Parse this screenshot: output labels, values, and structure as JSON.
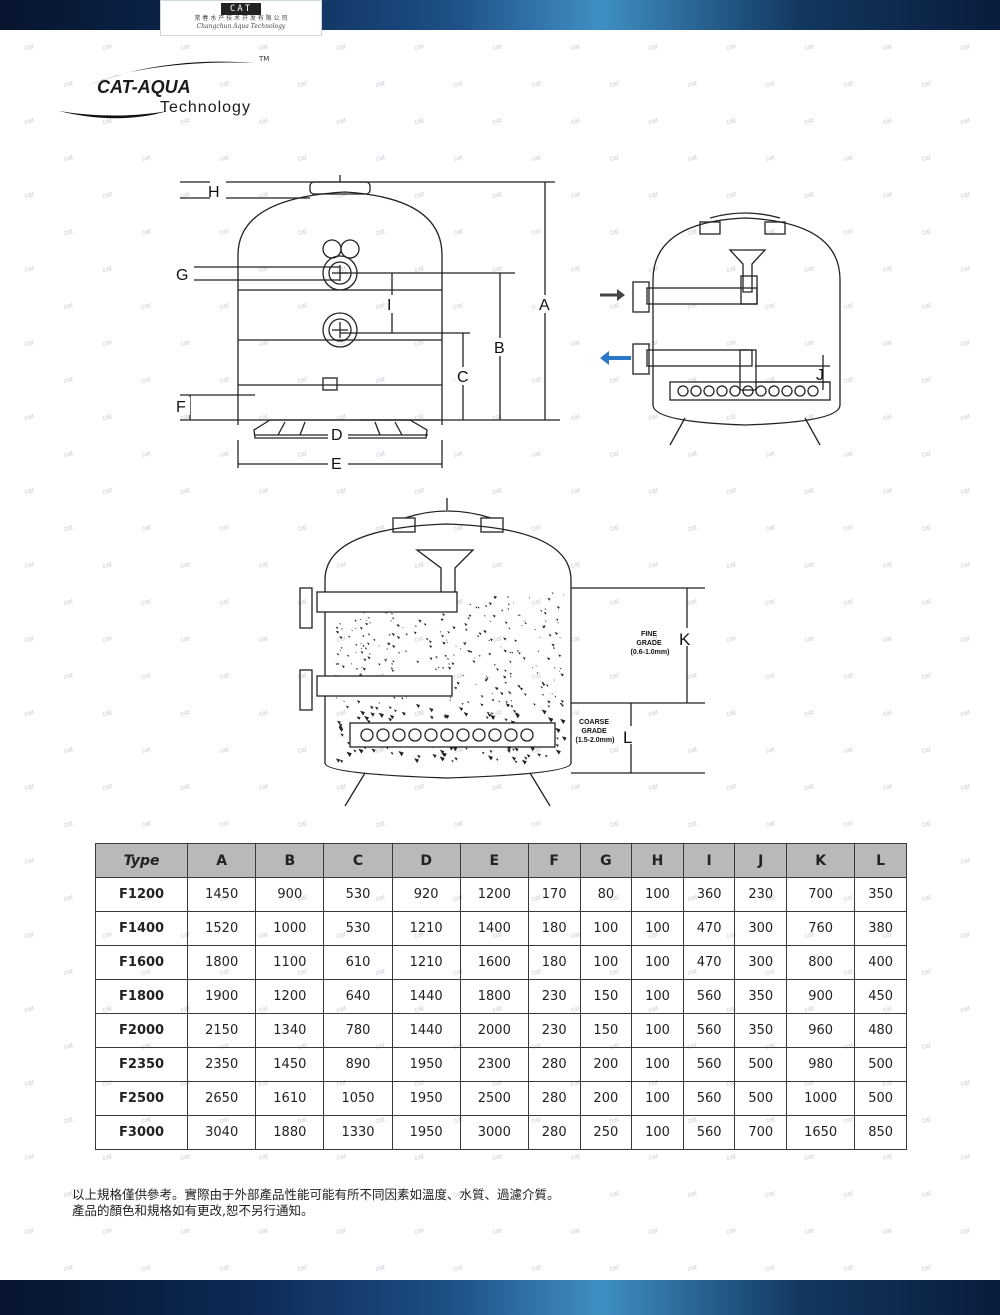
{
  "header": {
    "logo_mark": "CAT",
    "company_cn": "常 春 水 产 技 术 开 发 有 限 公 司",
    "company_en": "Changchun Aqua Technology"
  },
  "brand": {
    "name": "CAT-AQUA",
    "subtitle": "Technology",
    "tm": "TM"
  },
  "watermark": {
    "text": "cat"
  },
  "diagram1": {
    "labels": {
      "H": "H",
      "G": "G",
      "I": "I",
      "A": "A",
      "B": "B",
      "C": "C",
      "F": "F",
      "D": "D",
      "E": "E"
    }
  },
  "diagram2": {
    "labels": {
      "J": "J"
    }
  },
  "diagram3": {
    "labels": {
      "K": "K",
      "L": "L"
    },
    "fine_grade": {
      "line1": "FINE",
      "line2": "GRADE",
      "line3": "(0.6-1.0mm)"
    },
    "coarse_grade": {
      "line1": "COARSE",
      "line2": "GRADE",
      "line3": "(1.5-2.0mm)"
    }
  },
  "table": {
    "columns": [
      "Type",
      "A",
      "B",
      "C",
      "D",
      "E",
      "F",
      "G",
      "H",
      "I",
      "J",
      "K",
      "L"
    ],
    "rows": [
      [
        "F1200",
        "1450",
        "900",
        "530",
        "920",
        "1200",
        "170",
        "80",
        "100",
        "360",
        "230",
        "700",
        "350"
      ],
      [
        "F1400",
        "1520",
        "1000",
        "530",
        "1210",
        "1400",
        "180",
        "100",
        "100",
        "470",
        "300",
        "760",
        "380"
      ],
      [
        "F1600",
        "1800",
        "1100",
        "610",
        "1210",
        "1600",
        "180",
        "100",
        "100",
        "470",
        "300",
        "800",
        "400"
      ],
      [
        "F1800",
        "1900",
        "1200",
        "640",
        "1440",
        "1800",
        "230",
        "150",
        "100",
        "560",
        "350",
        "900",
        "450"
      ],
      [
        "F2000",
        "2150",
        "1340",
        "780",
        "1440",
        "2000",
        "230",
        "150",
        "100",
        "560",
        "350",
        "960",
        "480"
      ],
      [
        "F2350",
        "2350",
        "1450",
        "890",
        "1950",
        "2300",
        "280",
        "200",
        "100",
        "560",
        "500",
        "980",
        "500"
      ],
      [
        "F2500",
        "2650",
        "1610",
        "1050",
        "1950",
        "2500",
        "280",
        "200",
        "100",
        "560",
        "500",
        "1000",
        "500"
      ],
      [
        "F3000",
        "3040",
        "1880",
        "1330",
        "1950",
        "3000",
        "280",
        "250",
        "100",
        "560",
        "700",
        "1650",
        "850"
      ]
    ]
  },
  "notes": {
    "line1": "以上規格僅供參考。實際由于外部產品性能可能有所不同因素如溫度、水質、過濾介質。",
    "line2": "產品的顏色和規格如有更改,恕不另行通知。"
  }
}
